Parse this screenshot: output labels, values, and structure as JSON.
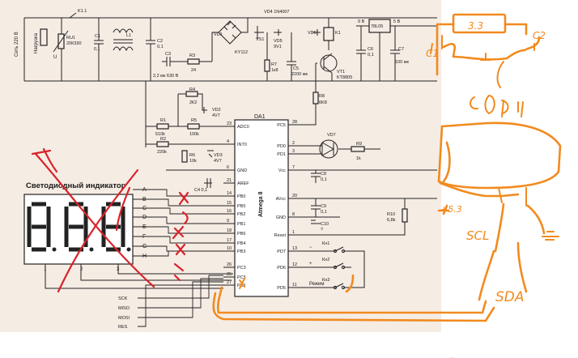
{
  "mains": {
    "label": "Сеть 220 В",
    "load_label": "Нагрузка"
  },
  "components": {
    "k1_1": "K1.1",
    "ru1": "RU1",
    "ru1_value": "20К330",
    "u": "U",
    "c1": "C1",
    "c1_value": "0,1",
    "l1": "L1",
    "c2": "C2",
    "c2_value": "0,1",
    "c3": "C3",
    "c3_value": "2,2 мк 630 В",
    "r3": "R3",
    "r3_value": "24",
    "vd1": "VD1",
    "vd1_value": "KY112",
    "vs1": "VS1",
    "vd4": "VD4 1N4007",
    "vd5": "VD5",
    "vd5_value": "9V1",
    "r7": "R7",
    "r7_value": "1к8",
    "c5": "C5",
    "c5_value": "2200 мк",
    "vd6": "VD6",
    "k1": "K1",
    "vt1": "VT1",
    "vt1_value": "KT8805",
    "vin": "9 В",
    "reg": "78L05",
    "vout": "5 В",
    "c6": "C6",
    "c6_value": "0,1",
    "c7": "C7",
    "c7_value": "100 мк",
    "r4": "R4",
    "r4_value": "2К2",
    "vd2": "VD2",
    "vd2_value": "4V7",
    "r1": "R1",
    "r1_value": "510k",
    "r5": "R5",
    "r5_value": "100k",
    "r2": "R2",
    "r2_value": "220k",
    "r6": "R6",
    "r6_value": "10k",
    "vd3": "VD3",
    "vd3_value": "4V7",
    "c4": "C4 0,1",
    "r8": "R8",
    "r8_value": "6K8",
    "vd7": "VD7",
    "r9": "R9",
    "r9_value": "1k",
    "c8": "C8",
    "c8_value": "0,1",
    "c9": "C9",
    "c9_value": "0,1",
    "c10": "C10",
    "c10_value": "?",
    "r10": "R10",
    "r10_value": "6,8k"
  },
  "chip": {
    "ref": "DA1",
    "name": "Atmega 8",
    "left_pins": [
      {
        "num": "23",
        "name": "ADC0"
      },
      {
        "num": "4",
        "name": "INT0"
      },
      {
        "num": "6",
        "name": "GND"
      },
      {
        "num": "21",
        "name": "AREF"
      },
      {
        "num": "14",
        "name": "PB0"
      },
      {
        "num": "15",
        "name": "PB5"
      },
      {
        "num": "16",
        "name": "PB2"
      },
      {
        "num": "9",
        "name": "PB1"
      },
      {
        "num": "18",
        "name": "PB6"
      },
      {
        "num": "17",
        "name": "PB4"
      },
      {
        "num": "10",
        "name": "PB3"
      },
      {
        "num": "26",
        "name": "PC3"
      },
      {
        "num": "25",
        "name": "PC5"
      },
      {
        "num": "27",
        "name": "PC1"
      }
    ],
    "right_pins": [
      {
        "num": "28",
        "name": "PC5"
      },
      {
        "num": "2",
        "name": "PD0"
      },
      {
        "num": "3",
        "name": "PD1"
      },
      {
        "num": "7",
        "name": "Vcc"
      },
      {
        "num": "20",
        "name": "AVcc"
      },
      {
        "num": "8",
        "name": "GND"
      },
      {
        "num": "1",
        "name": "Reset"
      },
      {
        "num": "13",
        "name": "PD7"
      },
      {
        "num": "12",
        "name": "PD6"
      },
      {
        "num": "11",
        "name": "PD5"
      }
    ]
  },
  "buttons": [
    {
      "ref": "Кн1",
      "label": "−",
      "pin": "13"
    },
    {
      "ref": "Кн2",
      "label": "+",
      "pin": "12"
    },
    {
      "ref": "Кн3",
      "label": "Режим",
      "pin": "11"
    }
  ],
  "indicator": {
    "title": "Светодиодный индикатор",
    "segments": [
      "A",
      "B",
      "C",
      "D",
      "E",
      "F",
      "G",
      "H"
    ],
    "digits": [
      "1",
      "2",
      "3"
    ]
  },
  "spi_lines": [
    "SCK",
    "MISO",
    "MOSI",
    "RES"
  ],
  "handwritten": {
    "voltage": "3.3",
    "cap": "C2",
    "cap_left": "C1",
    "plus5": "+5.3",
    "scl": "SCL",
    "sda": "SDA"
  },
  "colors": {
    "paper": "#f5ece4",
    "wire": "#222222",
    "annotation_orange": "#f28a1e",
    "annotation_red": "#d8232a"
  },
  "caption": "..."
}
